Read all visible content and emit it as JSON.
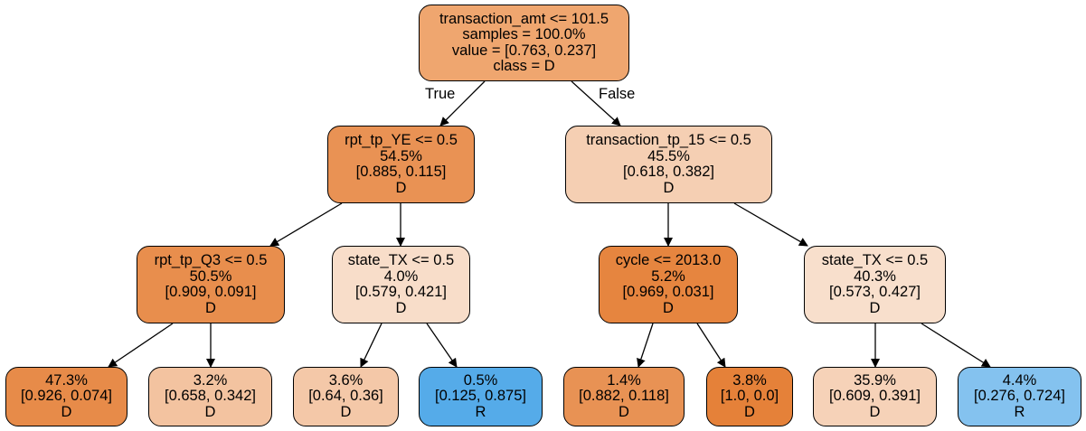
{
  "edge_labels": {
    "true": "True",
    "false": "False"
  },
  "nodes": {
    "root": {
      "lines": [
        "transaction_amt <= 101.5",
        "samples = 100.0%",
        "value = [0.763, 0.237]",
        "class = D"
      ],
      "color": "#efa66f"
    },
    "l1a": {
      "lines": [
        "rpt_tp_YE <= 0.5",
        "54.5%",
        "[0.885, 0.115]",
        "D"
      ],
      "color": "#e99254"
    },
    "l1b": {
      "lines": [
        "transaction_tp_15 <= 0.5",
        "45.5%",
        "[0.618, 0.382]",
        "D"
      ],
      "color": "#f5cfb3"
    },
    "l2a": {
      "lines": [
        "rpt_tp_Q3 <= 0.5",
        "50.5%",
        "[0.909, 0.091]",
        "D"
      ],
      "color": "#e88e4d"
    },
    "l2b": {
      "lines": [
        "state_TX <= 0.5",
        "4.0%",
        "[0.579, 0.421]",
        "D"
      ],
      "color": "#f8ddc9"
    },
    "l2c": {
      "lines": [
        "cycle <= 2013.0",
        "5.2%",
        "[0.969, 0.031]",
        "D"
      ],
      "color": "#e6853f"
    },
    "l2d": {
      "lines": [
        "state_TX <= 0.5",
        "40.3%",
        "[0.573, 0.427]",
        "D"
      ],
      "color": "#f8dfcc"
    },
    "leaf1": {
      "lines": [
        "47.3%",
        "[0.926, 0.074]",
        "D"
      ],
      "color": "#e78b49"
    },
    "leaf2": {
      "lines": [
        "3.2%",
        "[0.658, 0.342]",
        "D"
      ],
      "color": "#f3c3a0"
    },
    "leaf3": {
      "lines": [
        "3.6%",
        "[0.64, 0.36]",
        "D"
      ],
      "color": "#f4c8a8"
    },
    "leaf4": {
      "lines": [
        "0.5%",
        "[0.125, 0.875]",
        "R"
      ],
      "color": "#55abe9"
    },
    "leaf5": {
      "lines": [
        "1.4%",
        "[0.882, 0.118]",
        "D"
      ],
      "color": "#e89254"
    },
    "leaf6": {
      "lines": [
        "3.8%",
        "[1.0, 0.0]",
        "D"
      ],
      "color": "#e58139"
    },
    "leaf7": {
      "lines": [
        "35.9%",
        "[0.609, 0.391]",
        "D"
      ],
      "color": "#f6d2b8"
    },
    "leaf8": {
      "lines": [
        "4.4%",
        "[0.276, 0.724]",
        "R"
      ],
      "color": "#84c2ef"
    }
  }
}
